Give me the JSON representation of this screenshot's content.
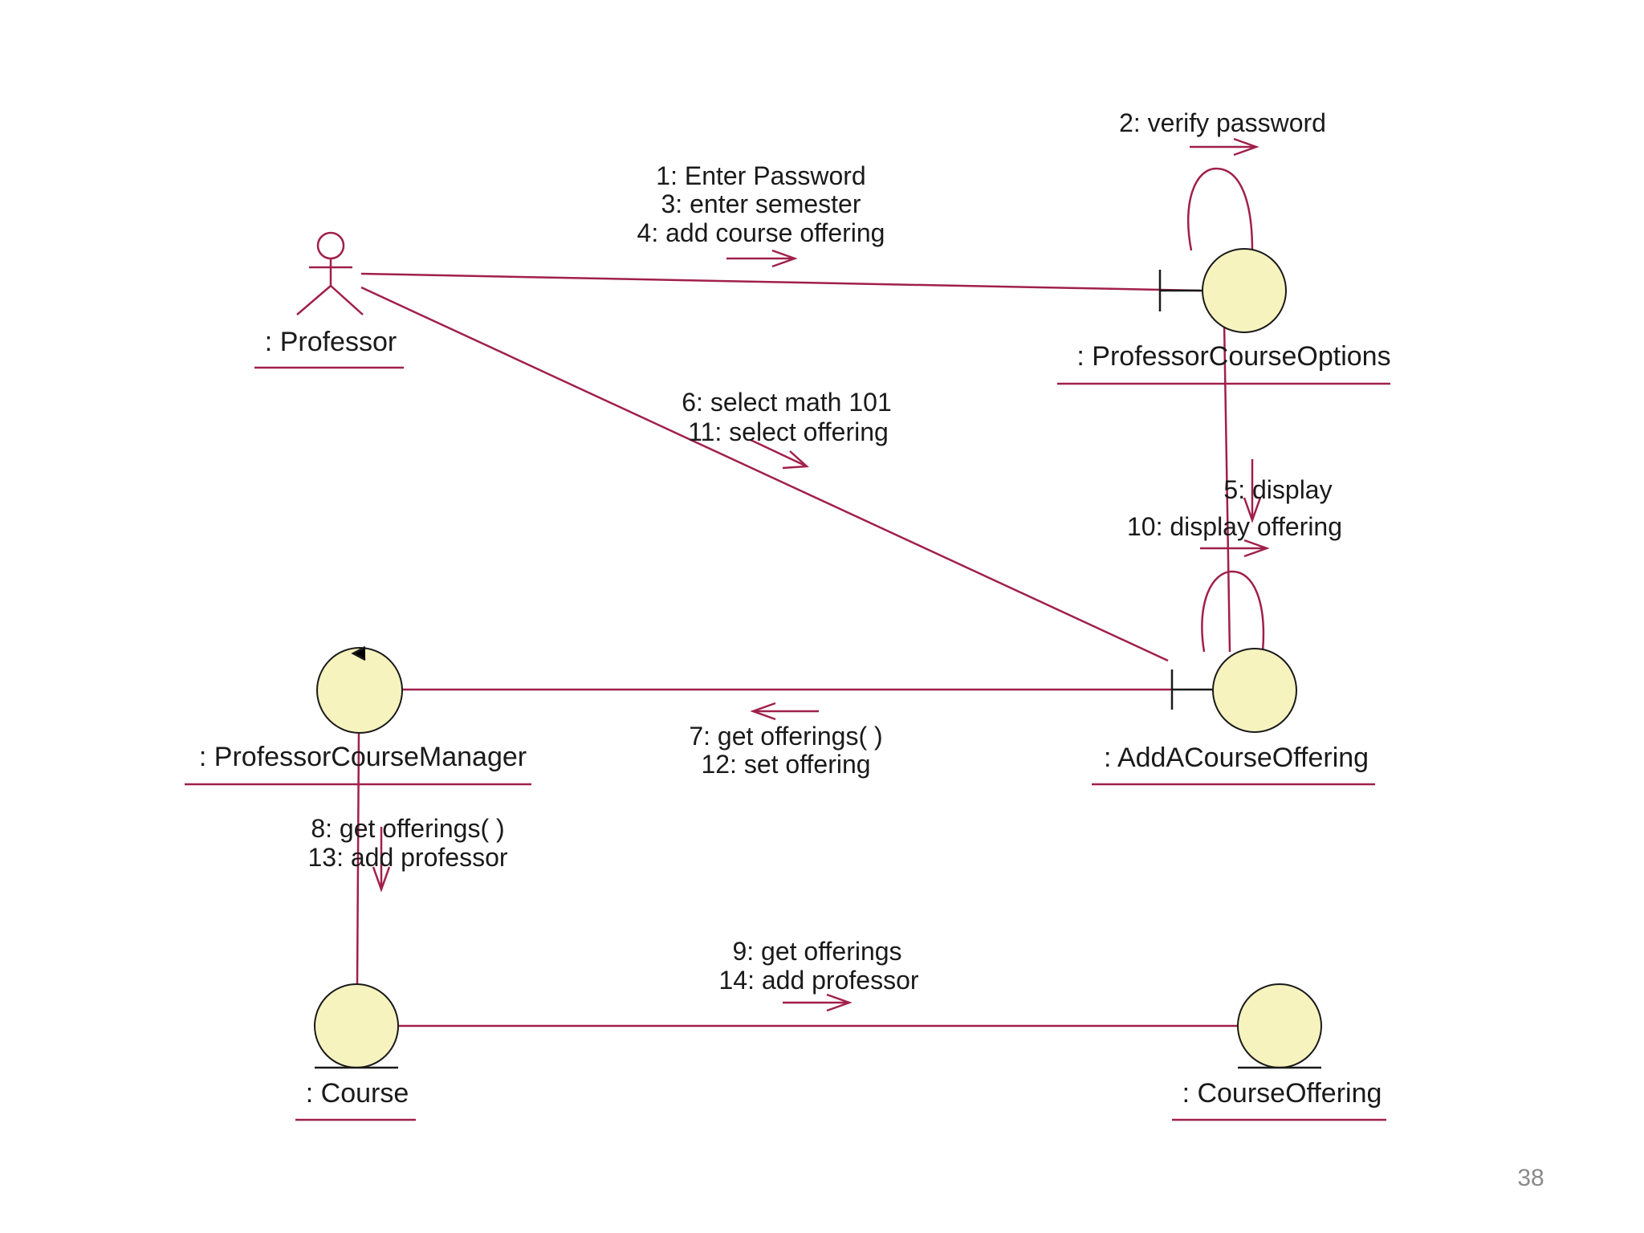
{
  "objects": {
    "professor": ": Professor",
    "professor_course_options": ": ProfessorCourseOptions",
    "add_a_course_offering": ": AddACourseOffering",
    "professor_course_manager": ": ProfessorCourseManager",
    "course": ": Course",
    "course_offering": ": CourseOffering"
  },
  "messages": {
    "professor_to_options": [
      "1: Enter Password",
      "3: enter semester",
      "4: add course offering"
    ],
    "options_self": [
      "2: verify password"
    ],
    "professor_to_add_offering": [
      "6: select math 101",
      "11: select offering"
    ],
    "options_to_add_offering": [
      "5: display"
    ],
    "add_offering_self": [
      "10: display offering"
    ],
    "add_offering_to_manager": [
      "7: get offerings( )",
      "12: set offering"
    ],
    "manager_to_course": [
      "8: get offerings( )",
      "13: add professor"
    ],
    "course_to_offering": [
      "9: get offerings",
      "14: add professor"
    ]
  },
  "page_number": "38"
}
